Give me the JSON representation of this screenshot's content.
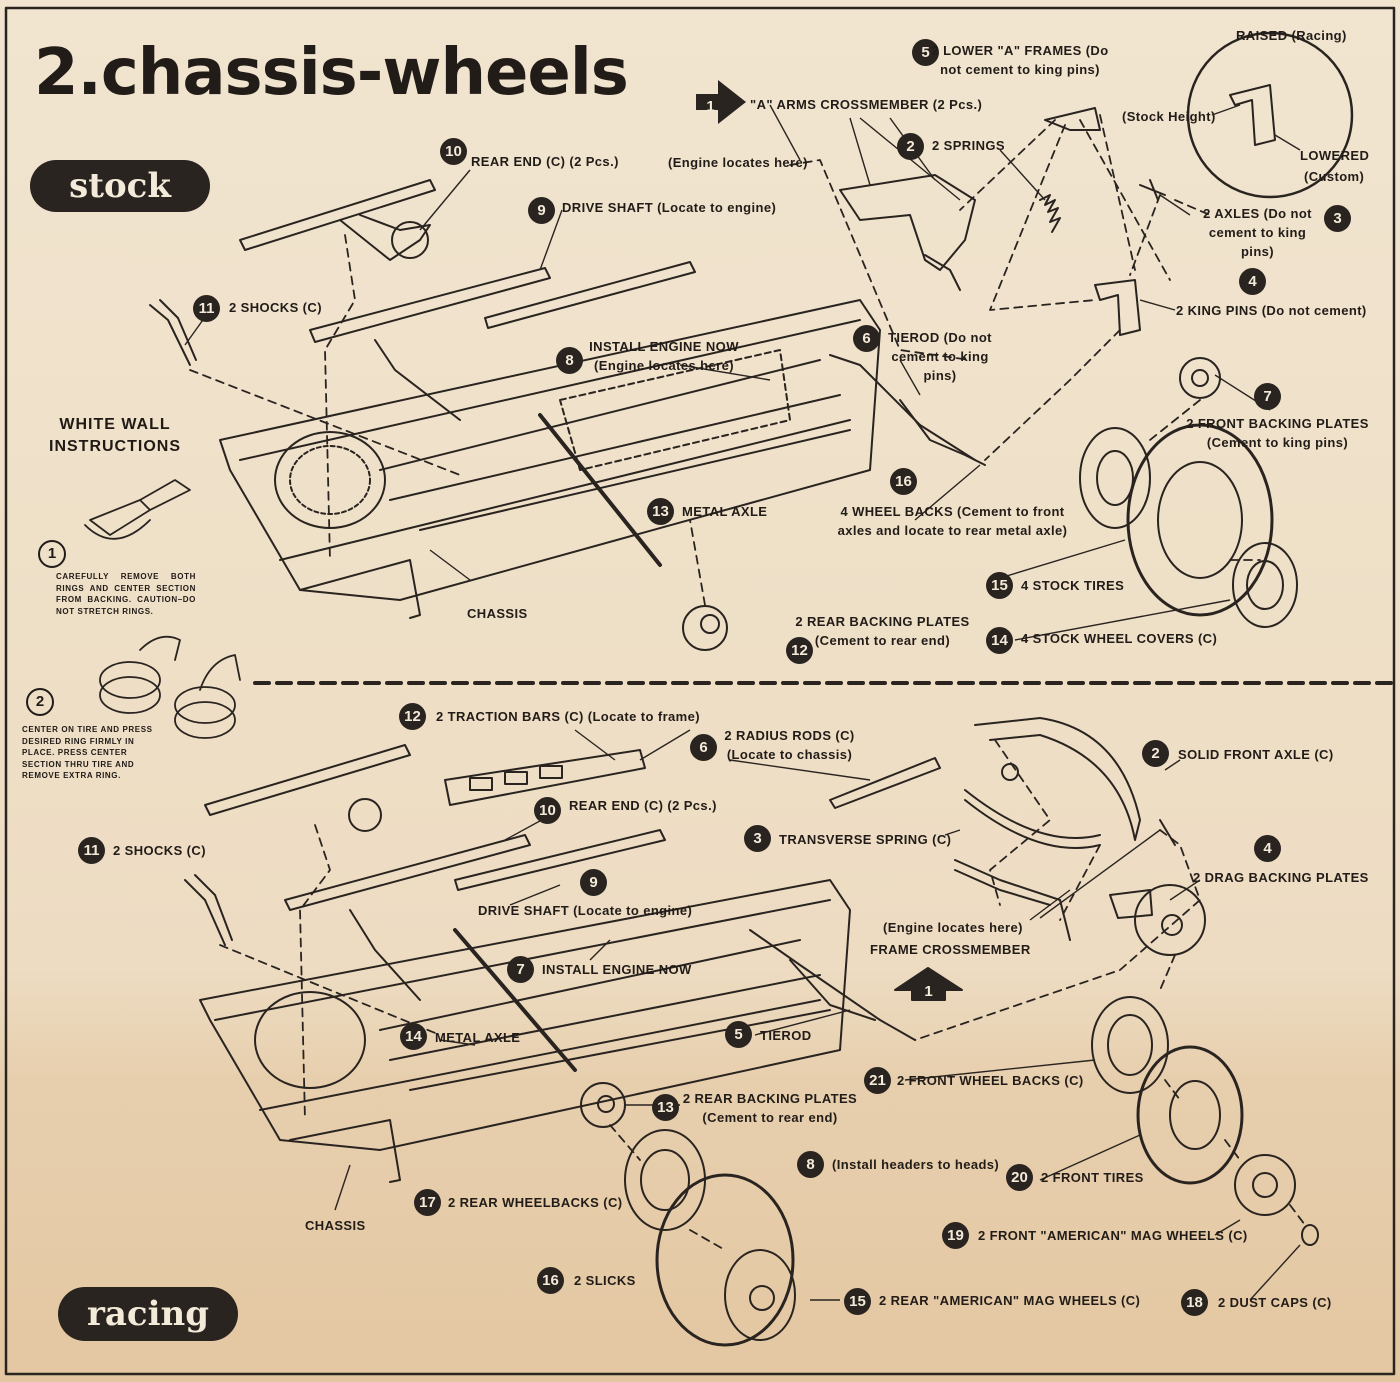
{
  "title": "2.chassis-wheels",
  "sections": {
    "stock_label": "stock",
    "racing_label": "racing"
  },
  "white_wall": {
    "heading": "WHITE WALL INSTRUCTIONS",
    "step1_num": "1",
    "step1_text": "CAREFULLY REMOVE BOTH RINGS AND CENTER SECTION FROM BACKING. CAUTION–DO NOT STRETCH RINGS.",
    "step2_num": "2",
    "step2_text": "CENTER ON TIRE AND PRESS DESIRED RING FIRMLY IN PLACE. PRESS CENTER SECTION THRU TIRE AND REMOVE EXTRA RING."
  },
  "inset": {
    "raised": "RAISED (Racing)",
    "stock_height": "(Stock Height)",
    "lowered": "LOWERED",
    "custom": "(Custom)"
  },
  "stock_callouts": [
    {
      "num": "1",
      "text": "\"A\" ARMS CROSSMEMBER (2 Pcs.)"
    },
    {
      "num": "",
      "text": "(Engine locates here)"
    },
    {
      "num": "2",
      "text": "2 SPRINGS"
    },
    {
      "num": "3",
      "text": "2 AXLES (Do not cement to king pins)"
    },
    {
      "num": "4",
      "text": "2 KING PINS (Do not cement)"
    },
    {
      "num": "5",
      "text": "2 LOWER \"A\" FRAMES (Do not cement to king pins)"
    },
    {
      "num": "6",
      "text": "TIEROD (Do not cement to king pins)"
    },
    {
      "num": "7",
      "text": "2 FRONT BACKING PLATES (Cement to king pins)"
    },
    {
      "num": "8",
      "text": "INSTALL ENGINE NOW (Engine locates here)"
    },
    {
      "num": "9",
      "text": "DRIVE SHAFT (Locate to engine)"
    },
    {
      "num": "10",
      "text": "REAR END (C) (2 Pcs.)"
    },
    {
      "num": "11",
      "text": "2 SHOCKS (C)"
    },
    {
      "num": "12",
      "text": "2 REAR BACKING PLATES (Cement to rear end)"
    },
    {
      "num": "13",
      "text": "METAL AXLE"
    },
    {
      "num": "14",
      "text": "4 STOCK WHEEL COVERS (C)"
    },
    {
      "num": "15",
      "text": "4 STOCK TIRES"
    },
    {
      "num": "16",
      "text": "4 WHEEL BACKS (Cement to front axles and locate to rear metal axle)"
    },
    {
      "num": "",
      "text": "CHASSIS"
    }
  ],
  "racing_callouts": [
    {
      "num": "1",
      "text": "FRAME CROSSMEMBER"
    },
    {
      "num": "",
      "text": "(Engine locates here)"
    },
    {
      "num": "2",
      "text": "SOLID FRONT AXLE (C)"
    },
    {
      "num": "3",
      "text": "TRANSVERSE SPRING (C)"
    },
    {
      "num": "4",
      "text": "2 DRAG BACKING PLATES"
    },
    {
      "num": "5",
      "text": "TIEROD"
    },
    {
      "num": "6",
      "text": "2 RADIUS RODS (C) (Locate to chassis)"
    },
    {
      "num": "7",
      "text": "INSTALL ENGINE NOW"
    },
    {
      "num": "8",
      "text": "(Install headers to heads)"
    },
    {
      "num": "9",
      "text": "DRIVE SHAFT (Locate to engine)"
    },
    {
      "num": "10",
      "text": "REAR END (C) (2 Pcs.)"
    },
    {
      "num": "11",
      "text": "2 SHOCKS (C)"
    },
    {
      "num": "12",
      "text": "2 TRACTION BARS (C) (Locate to frame)"
    },
    {
      "num": "13",
      "text": "2 REAR BACKING PLATES (Cement to rear end)"
    },
    {
      "num": "14",
      "text": "METAL AXLE"
    },
    {
      "num": "15",
      "text": "2 REAR \"AMERICAN\" MAG WHEELS (C)"
    },
    {
      "num": "16",
      "text": "2 SLICKS"
    },
    {
      "num": "17",
      "text": "2 REAR WHEELBACKS (C)"
    },
    {
      "num": "18",
      "text": "2 DUST CAPS (C)"
    },
    {
      "num": "19",
      "text": "2 FRONT \"AMERICAN\" MAG WHEELS (C)"
    },
    {
      "num": "20",
      "text": "2 FRONT TIRES"
    },
    {
      "num": "21",
      "text": "2 FRONT WHEEL BACKS (C)"
    },
    {
      "num": "",
      "text": "CHASSIS"
    }
  ],
  "colors": {
    "ink": "#221c18",
    "paper": "#f1e5d0",
    "paper_lower": "#e4c7a2",
    "badge": "#2a2420"
  }
}
